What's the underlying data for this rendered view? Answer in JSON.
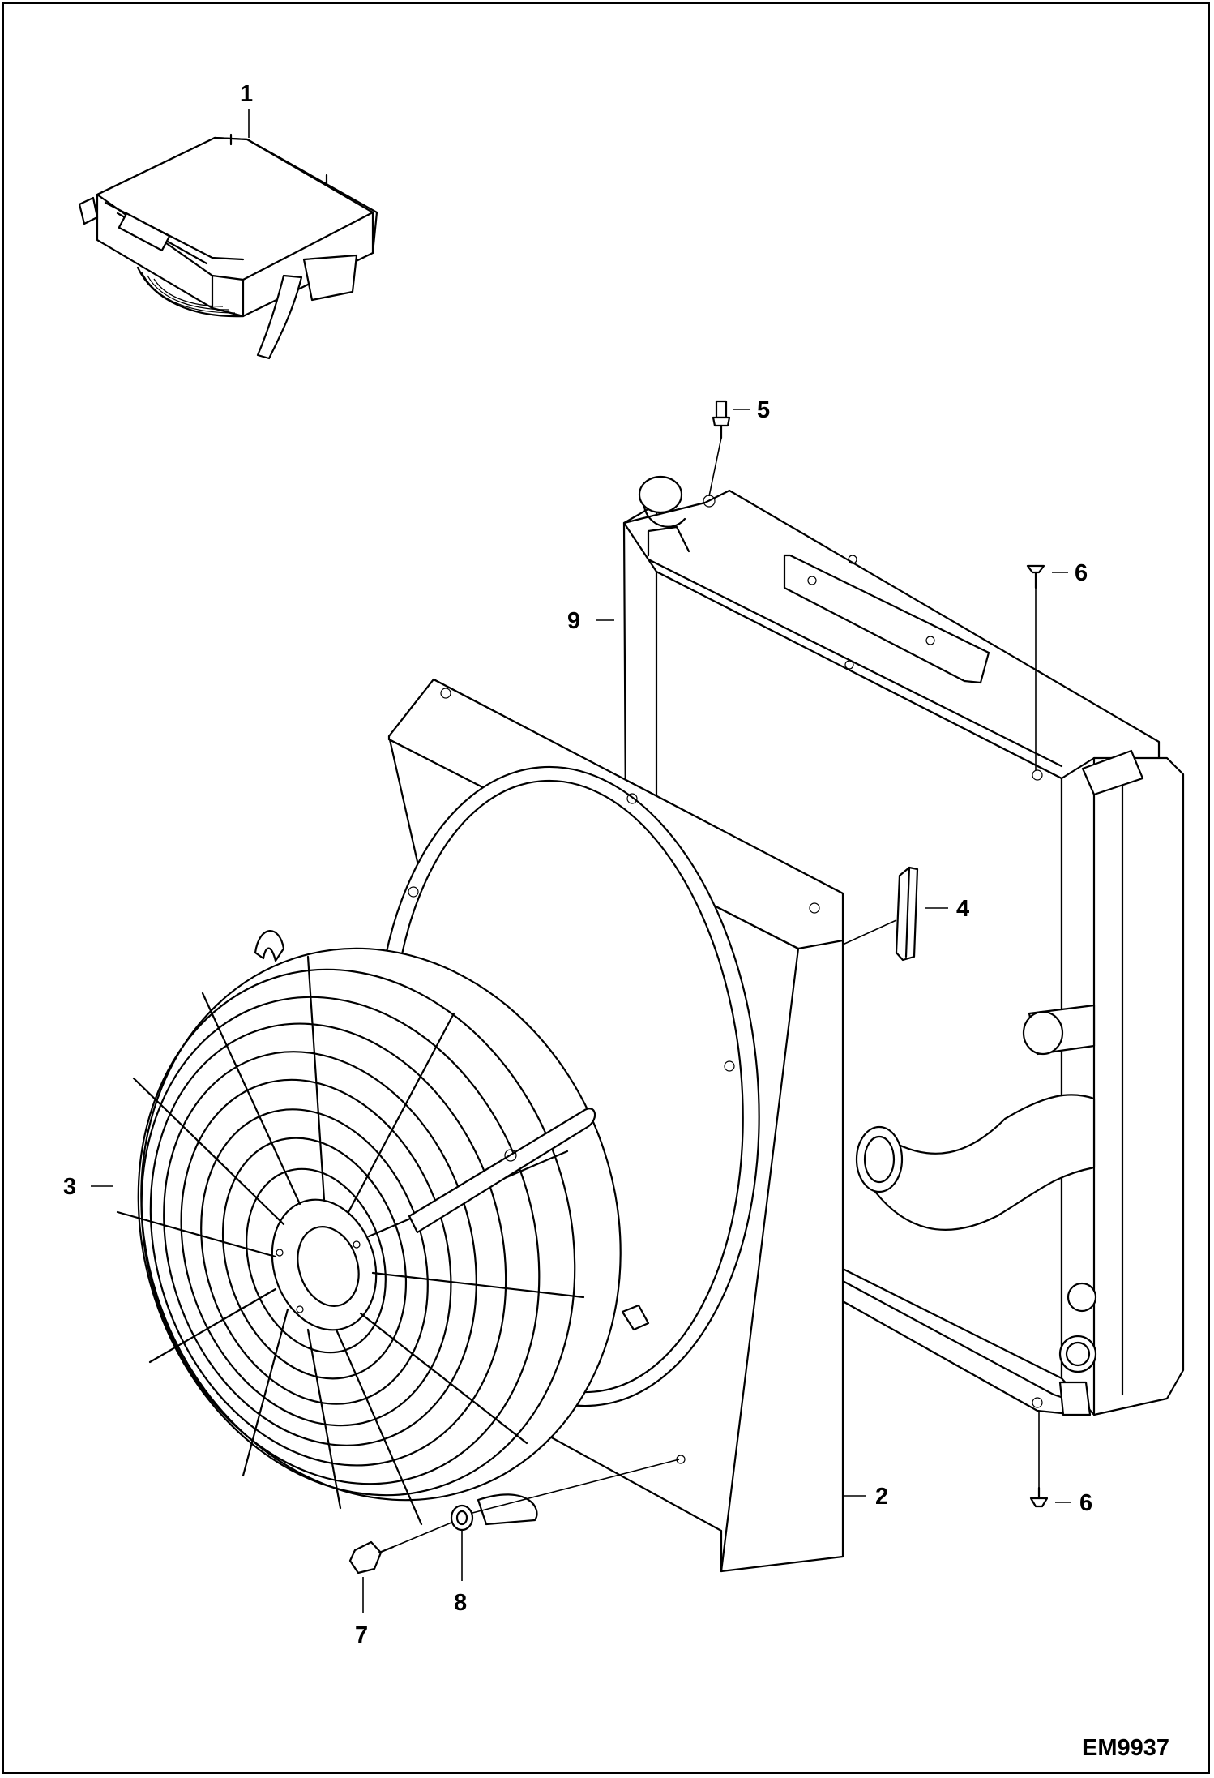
{
  "callouts": [
    {
      "id": "1",
      "label": "1"
    },
    {
      "id": "2",
      "label": "2"
    },
    {
      "id": "3",
      "label": "3"
    },
    {
      "id": "4",
      "label": "4"
    },
    {
      "id": "5",
      "label": "5"
    },
    {
      "id": "6a",
      "label": "6"
    },
    {
      "id": "6b",
      "label": "6"
    },
    {
      "id": "7",
      "label": "7"
    },
    {
      "id": "8",
      "label": "8"
    },
    {
      "id": "9",
      "label": "9"
    }
  ],
  "drawing_code": "EM9937",
  "colors": {
    "line": "#000000",
    "background": "#ffffff"
  }
}
